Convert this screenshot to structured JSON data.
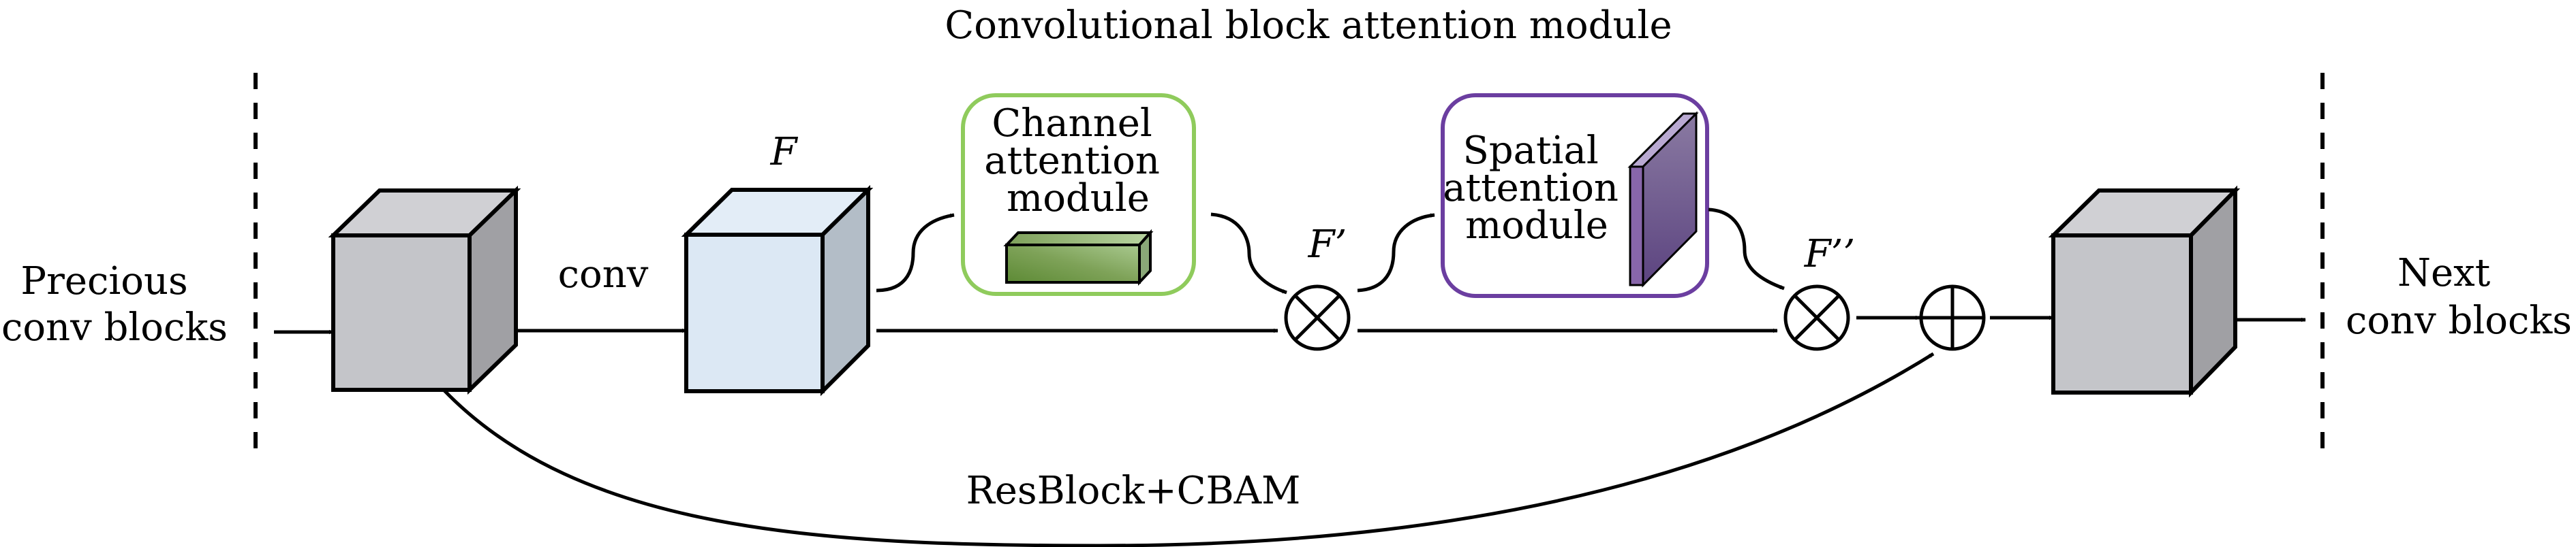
{
  "title": "Convolutional block attention module",
  "left_label": [
    "Precious",
    "conv blocks"
  ],
  "right_label": [
    "Next",
    "conv blocks"
  ],
  "conv_label": "conv",
  "feature_labels": {
    "F": "F",
    "F_prime": "F’",
    "F_double_prime": "F’’"
  },
  "channel_module": {
    "lines": [
      "Channel",
      "attention",
      "module"
    ],
    "border_color": "#8fcb5c"
  },
  "spatial_module": {
    "lines": [
      "Spatial",
      "attention",
      "module"
    ],
    "border_color": "#6b3ea0"
  },
  "skip_label": "ResBlock+CBAM",
  "operators": {
    "multiply_1": "element-wise multiplication",
    "multiply_2": "element-wise multiplication",
    "add": "element-wise addition"
  },
  "colors": {
    "gray_cube": {
      "front": "#c4c5c9",
      "top": "#d0d0d4",
      "side": "#a0a0a4"
    },
    "blue_cube": {
      "front": "#dce8f4",
      "top": "#e3edf7",
      "side": "#b3bdc7"
    },
    "green_block": {
      "dark": "#5d8a35",
      "light": "#a9c98f"
    },
    "purple_slab": {
      "front": "#8866aa",
      "top": "#b9a9d2",
      "side_light": "#8a7aa2",
      "side_dark": "#5c4480"
    }
  }
}
